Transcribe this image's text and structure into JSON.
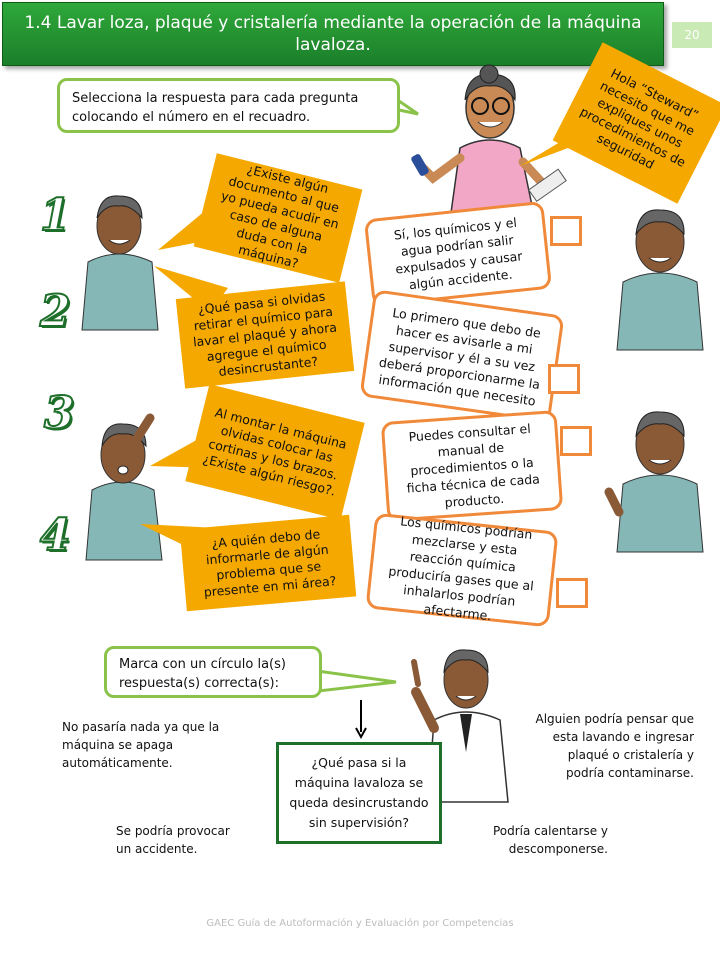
{
  "header": {
    "title": "1.4 Lavar loza, plaqué y cristalería mediante la operación de la máquina lavaloza.",
    "page_number": "20"
  },
  "instructions": {
    "select_text": "Selecciona la respuesta para cada pregunta colocando el número en el recuadro.",
    "circle_text": "Marca con un círculo la(s) respuesta(s) correcta(s):"
  },
  "teacher_bubble": "Hola “Steward” necesito que me expliques unos procedimientos de seguridad",
  "numbers": [
    "1",
    "2",
    "3",
    "4"
  ],
  "questions": [
    "¿Existe algún documento al que yo pueda acudir en caso de alguna duda con la máquina?",
    "¿Qué pasa si olvidas retirar el químico para lavar el plaqué y ahora agregue el químico desincrustante?",
    "Al montar la máquina olvidas colocar las cortinas y los brazos. ¿Existe algún riesgo?.",
    "¿A quién debo de informarle de algún problema que se presente en mi área?"
  ],
  "answers": [
    "Sí, los químicos y el agua podrían salir expulsados y causar algún accidente.",
    "Lo primero que debo de hacer es avisarle a mi supervisor y él a su vez deberá proporcionarme la información que necesito",
    "Puedes consultar el manual de procedimientos o la ficha técnica de cada producto.",
    "Los químicos podrían mezclarse y esta reacción química produciría gases que al inhalarlos podrían afectarme."
  ],
  "circle_question": "¿Qué pasa si la máquina lavaloza se queda desincrustando sin supervisión?",
  "options": [
    "No pasaría nada ya que la máquina se apaga automáticamente.",
    "Alguien podría pensar que esta lavando e ingresar plaqué o cristalería y podría contaminarse.",
    "Se podría provocar un accidente.",
    "Podría calentarse y descomponerse."
  ],
  "footer": "GAEC Guía de Autoformación y Evaluación por Competencias",
  "colors": {
    "header_green": "#1b7f2a",
    "callout_border": "#8bc34a",
    "bubble_orange": "#f5a800",
    "answer_border": "#f08a3a",
    "question_box_border": "#1e6f2a"
  }
}
